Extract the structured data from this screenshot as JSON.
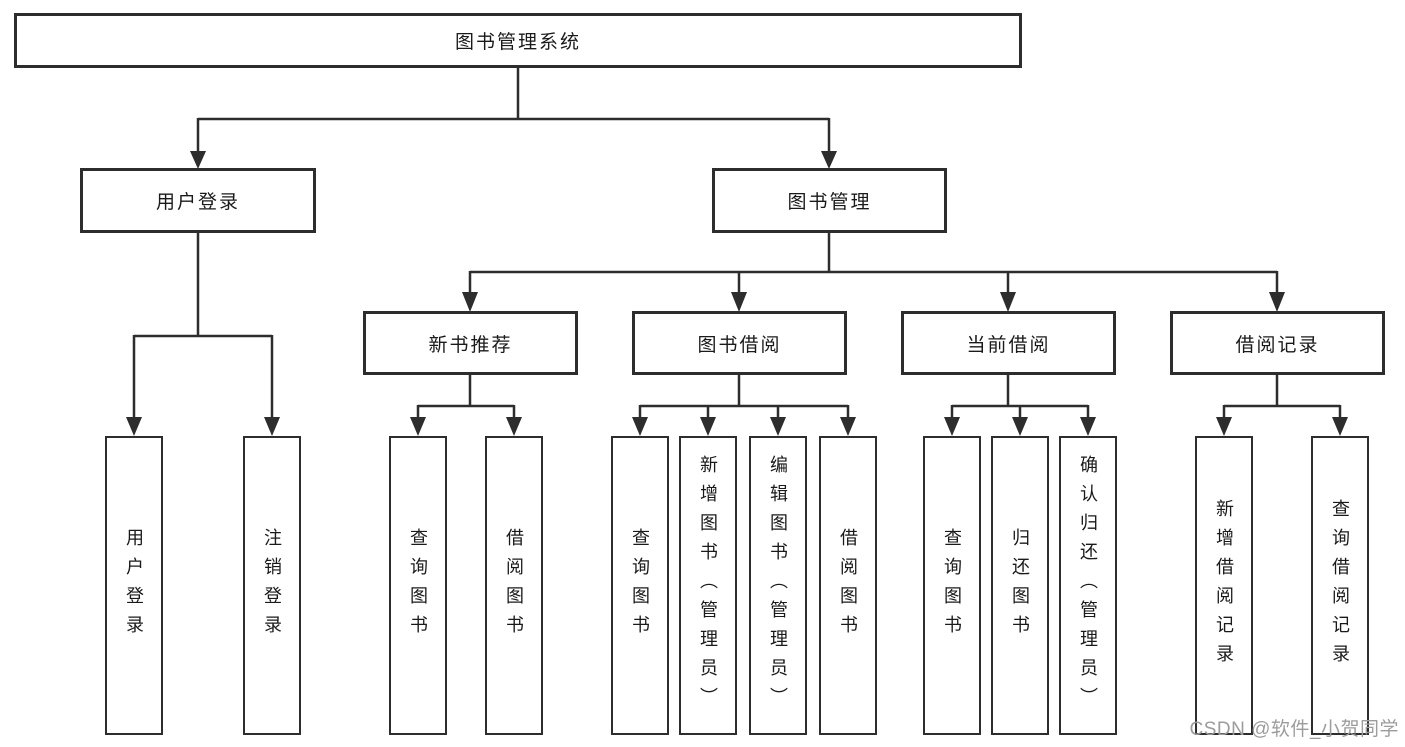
{
  "diagram_type": "hierarchy-tree",
  "colors": {
    "line": "#2d2d2d",
    "box_border": "#2d2d2d",
    "box_fill": "#ffffff",
    "text": "#1a1a1a",
    "watermark": "#9c9c9c",
    "background": "#ffffff"
  },
  "tree": {
    "root": {
      "label": "图书管理系统",
      "children": [
        {
          "label": "用户登录",
          "children": [
            {
              "label": "用户登录"
            },
            {
              "label": "注销登录"
            }
          ]
        },
        {
          "label": "图书管理",
          "children": [
            {
              "label": "新书推荐",
              "children": [
                {
                  "label": "查询图书"
                },
                {
                  "label": "借阅图书"
                }
              ]
            },
            {
              "label": "图书借阅",
              "children": [
                {
                  "label": "查询图书"
                },
                {
                  "label": "新增图书（管理员）"
                },
                {
                  "label": "编辑图书（管理员）"
                },
                {
                  "label": "借阅图书"
                }
              ]
            },
            {
              "label": "当前借阅",
              "children": [
                {
                  "label": "查询图书"
                },
                {
                  "label": "归还图书"
                },
                {
                  "label": "确认归还（管理员）"
                }
              ]
            },
            {
              "label": "借阅记录",
              "children": [
                {
                  "label": "新增借阅记录"
                },
                {
                  "label": "查询借阅记录"
                }
              ]
            }
          ]
        }
      ]
    }
  },
  "watermark": {
    "label": "CSDN @软件_小贺同学"
  }
}
